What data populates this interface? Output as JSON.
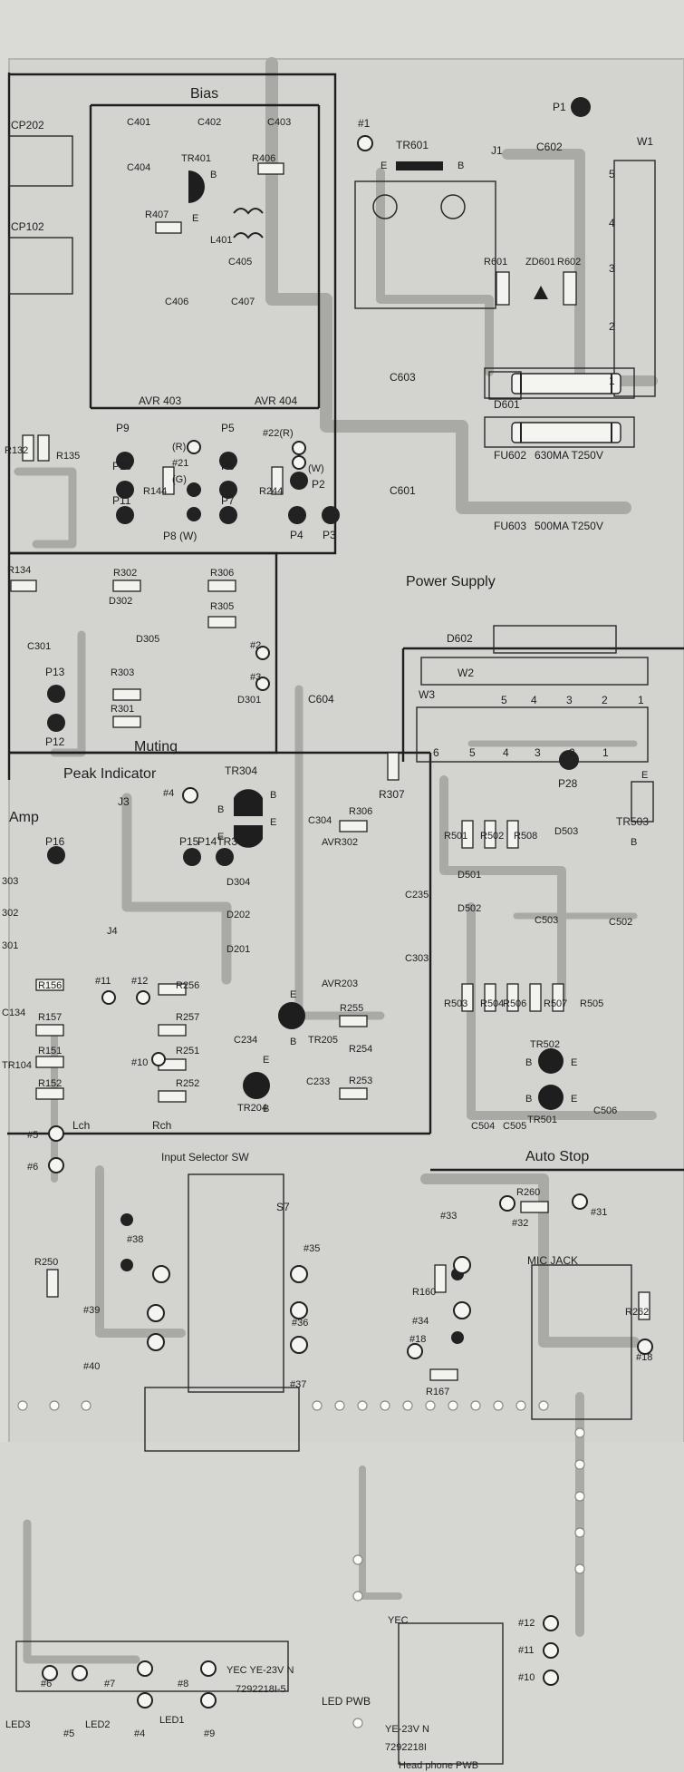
{
  "sections": {
    "bias": "Bias",
    "power_supply": "Power Supply",
    "muting": "Muting",
    "peak_indicator": "Peak Indicator",
    "amp": "Amp",
    "input_selector": "Input Selector SW",
    "auto_stop": "Auto Stop",
    "mic_jack": "MIC JACK",
    "led_pwb": "LED PWB",
    "headphone_pwb": "Head phone PWB"
  },
  "fuses": [
    {
      "ref": "FU602",
      "rating": "630MA T250V"
    },
    {
      "ref": "FU603",
      "rating": "500MA T250V"
    }
  ],
  "board_marks": {
    "yec": "YEC",
    "model_led": "YEC YE-23V N",
    "part_led": "7292218I-5",
    "model_hp": "YE-23V N",
    "part_hp": "7292218I"
  },
  "connectors": {
    "w1": "W1",
    "w1_pins": [
      "5",
      "4",
      "3",
      "2",
      "1"
    ],
    "w2": "W2",
    "w2_pins": [
      "5",
      "4",
      "3",
      "2",
      "1"
    ],
    "w3": "W3",
    "w3_pins": [
      "6",
      "5",
      "4",
      "3",
      "2",
      "1"
    ],
    "s7": "S7",
    "cp202": "CP202",
    "cp102": "CP102"
  },
  "channels": {
    "left": "Lch",
    "right": "Rch"
  },
  "pins_bias": {
    "p9": "P9",
    "p10": "P10",
    "p11": "P11",
    "p5": "P5",
    "p6": "P6",
    "p7": "P7",
    "p8": "P8 (W)",
    "p4": "P4",
    "p3": "P3",
    "p2": "P2",
    "r": "(R)",
    "n21": "#21",
    "g": "(G)",
    "n22": "#22(R)",
    "w": "(W)"
  },
  "refs": {
    "c401": "C401",
    "c402": "C402",
    "c403": "C403",
    "c404": "C404",
    "tr401": "TR401",
    "r406": "R406",
    "l401": "L401",
    "r407": "R407",
    "c405": "C405",
    "c406": "C406",
    "c407": "C407",
    "avr403": "AVR 403",
    "avr404": "AVR 404",
    "r132": "R132",
    "r135": "R135",
    "r144": "R144",
    "r244": "R244",
    "tr601": "TR601",
    "j1": "J1",
    "c602": "C602",
    "p1": "P1",
    "r601": "R601",
    "zd601": "ZD601",
    "r602": "R602",
    "c603": "C603",
    "d601": "D601",
    "c601": "C601",
    "r134": "R134",
    "r302": "R302",
    "r306": "R306",
    "d302": "D302",
    "r305": "R305",
    "c301": "C301",
    "d305": "D305",
    "p13": "P13",
    "r303": "R303",
    "d301": "D301",
    "r301": "R301",
    "p12": "P12",
    "c604": "C604",
    "d602": "D602",
    "r307": "R307",
    "p28": "P28",
    "tr503": "TR503",
    "j3": "J3",
    "tr304": "TR304",
    "c304": "C304",
    "r306b": "R306",
    "avr302": "AVR302",
    "p16": "P16",
    "p15": "P15",
    "p14tr303": "P14TR303",
    "d304": "D304",
    "d202": "D202",
    "d201": "D201",
    "c235": "C235",
    "c303": "C303",
    "r303b": "303",
    "r302b": "302",
    "r301b": "301",
    "j4": "J4",
    "avr203": "AVR203",
    "r156": "R156",
    "r256": "R256",
    "r157": "R157",
    "r257": "R257",
    "c234": "C234",
    "tr205": "TR205",
    "r255": "R255",
    "r254": "R254",
    "c134": "C134",
    "r151": "R151",
    "r251": "R251",
    "r152": "R152",
    "r252": "R252",
    "tr104": "TR104",
    "tr204": "TR204",
    "c233": "C233",
    "r253": "R253",
    "r501": "R501",
    "r502": "R502",
    "r508": "R508",
    "d503": "D503",
    "d501": "D501",
    "d502": "D502",
    "c503": "C503",
    "c502": "C502",
    "r503": "R503",
    "r504": "R504",
    "r506": "R506",
    "r507": "R507",
    "r505": "R505",
    "tr502": "TR502",
    "tr501": "TR501",
    "c504": "C504",
    "c505": "C505",
    "c506": "C506",
    "r250": "R250",
    "r260": "R260",
    "r160": "R160",
    "r262": "R262",
    "r167": "R167",
    "led03": "LED3",
    "led02": "LED2",
    "led01": "LED1"
  },
  "testpoints": {
    "t1": "#1",
    "t2": "#2",
    "t3": "#3",
    "t4": "#4",
    "t5": "#5",
    "t6": "#6",
    "t10": "#10",
    "t11": "#11",
    "t12": "#12",
    "t18a": "#18",
    "t18b": "#18",
    "t31": "#31",
    "t32": "#32",
    "t33": "#33",
    "t34": "#34",
    "t35": "#35",
    "t36": "#36",
    "t37": "#37",
    "t38": "#38",
    "t39": "#39",
    "t40": "#40",
    "led6": "#6",
    "led5": "#5",
    "led7": "#7",
    "led4": "#4",
    "led8": "#8",
    "led9": "#9",
    "hp12": "#12",
    "hp11": "#11",
    "hp10": "#10"
  },
  "transistor_pins": {
    "b": "B",
    "e": "E"
  }
}
